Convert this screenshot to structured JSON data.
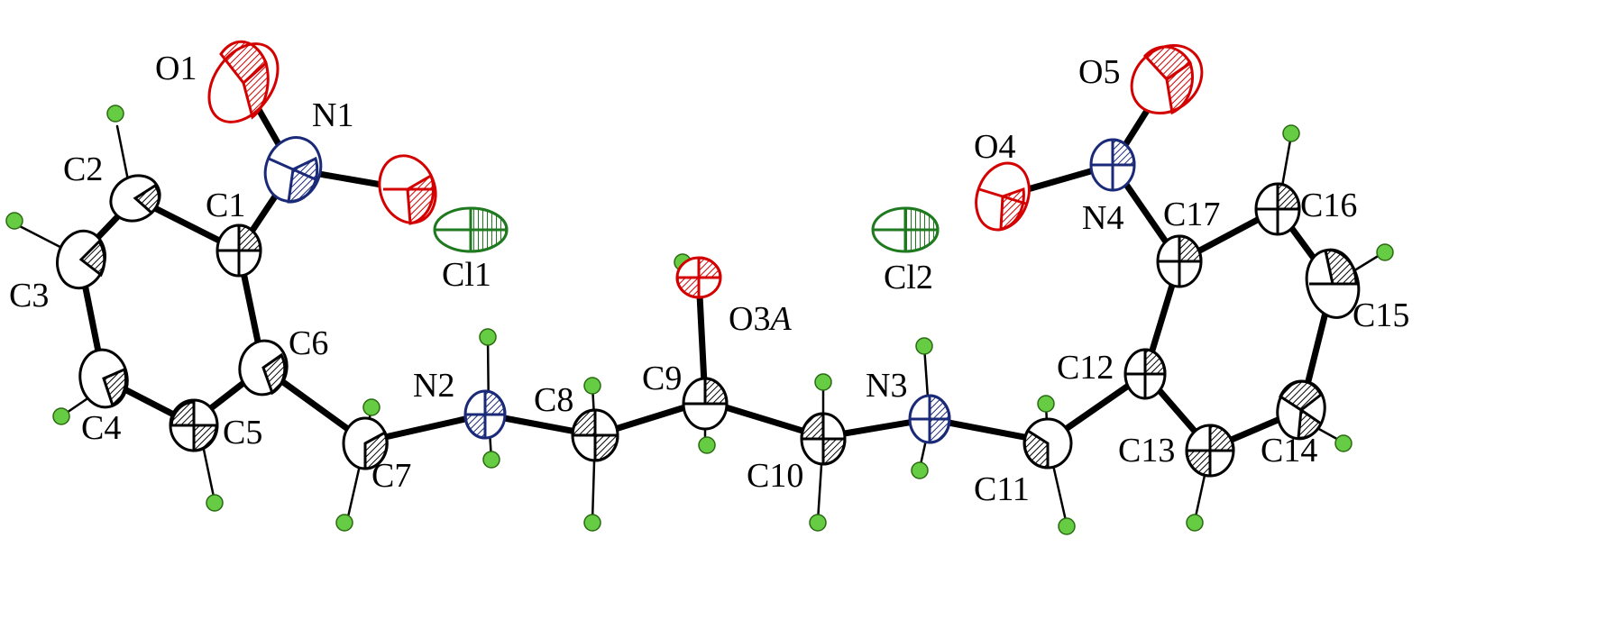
{
  "molecule": {
    "colors": {
      "carbon": "#000000",
      "oxygen": "#e00000",
      "nitrogen": "#1a2a78",
      "chlorine": "#1f7a1f",
      "hydrogen_fill": "#66cc44",
      "hydrogen_stroke": "#2a6a12"
    },
    "labels": {
      "O1": "O1",
      "N1": "N1",
      "C1": "C1",
      "C2": "C2",
      "C3": "C3",
      "C4": "C4",
      "C5": "C5",
      "C6": "C6",
      "C7": "C7",
      "Cl1": "Cl1",
      "N2": "N2",
      "C8": "C8",
      "C9_main": "C9",
      "O3A_main": "O3",
      "O3A_ital": "A",
      "C10": "C10",
      "N3": "N3",
      "Cl2": "Cl2",
      "C11": "C11",
      "C12": "C12",
      "C13": "C13",
      "C14": "C14",
      "C15": "C15",
      "C16": "C16",
      "C17": "C17",
      "N4": "N4",
      "O4": "O4",
      "O5": "O5"
    }
  }
}
